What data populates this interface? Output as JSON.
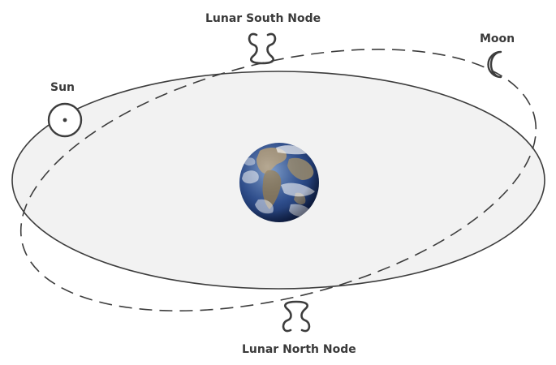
{
  "labels": {
    "south_node": "Lunar South Node",
    "north_node": "Lunar North Node",
    "sun": "Sun",
    "moon": "Moon"
  },
  "colors": {
    "ecliptic_fill": "#f2f2f2",
    "line": "#3d3d3d",
    "text": "#3a3a3a"
  },
  "icons": {
    "sun": "sun-icon",
    "moon": "crescent-moon-icon",
    "south_node": "lunar-south-node-icon",
    "north_node": "lunar-north-node-icon",
    "earth": "earth-icon"
  }
}
